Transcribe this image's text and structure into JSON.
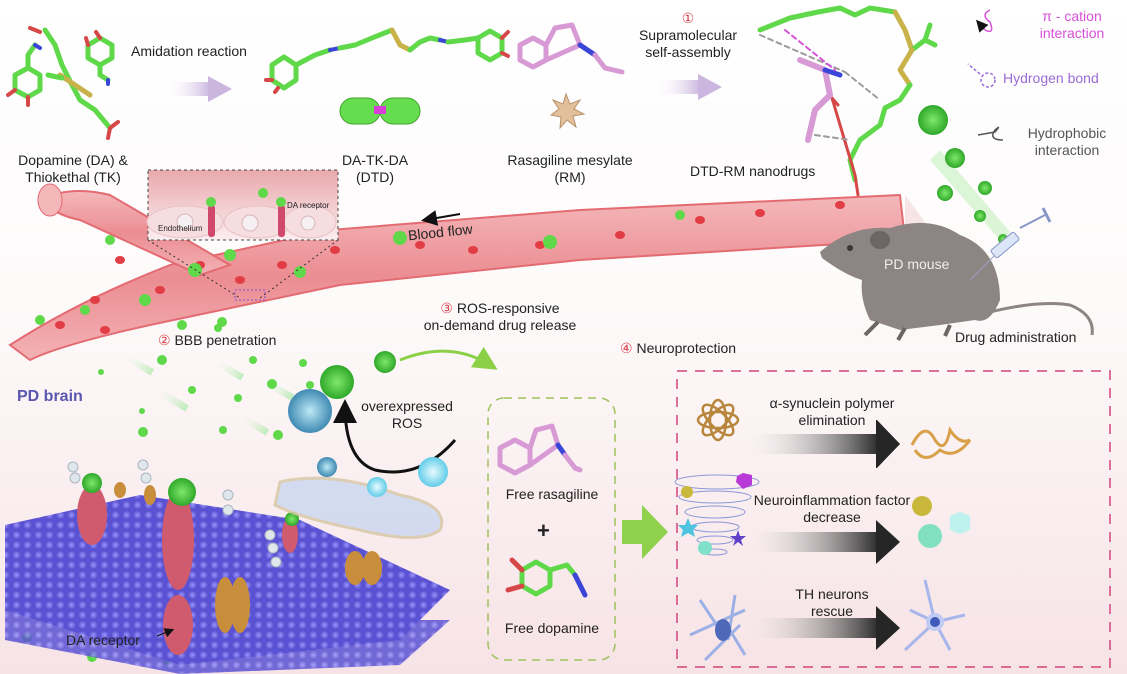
{
  "top_row": {
    "reactants_label_line1": "Dopamine (DA) &",
    "reactants_label_line2": "Thiokethal (TK)",
    "amidation_label": "Amidation reaction",
    "dtd_label_line1": "DA-TK-DA",
    "dtd_label_line2": "(DTD)",
    "rm_label_line1": "Rasagiline mesylate",
    "rm_label_line2": "(RM)",
    "step1_number": "①",
    "step1_line1": "Supramolecular",
    "step1_line2": "self-assembly",
    "nanodrug_label": "DTD-RM nanodrugs"
  },
  "legend": {
    "pi_cation_line1": "π - cation",
    "pi_cation_line2": "interaction",
    "hydrogen_bond": "Hydrogen bond",
    "hydrophobic_line1": "Hydrophobic",
    "hydrophobic_line2": "interaction",
    "colors": {
      "pi_cation": "#d64fd8",
      "hydrogen_bond": "#9a6bd6",
      "hydrophobic": "#555555"
    }
  },
  "vessel": {
    "blood_flow": "Blood flow",
    "inset_endothelium": "Endothelium",
    "inset_receptor": "DA receptor"
  },
  "mouse": {
    "label": "PD mouse",
    "administration": "Drug administration"
  },
  "bbb": {
    "step2_number": "②",
    "step2_label": "BBB penetration"
  },
  "brain": {
    "title": "PD brain",
    "ros_line1": "overexpressed",
    "ros_line2": "ROS",
    "receptor_label": "DA receptor"
  },
  "release": {
    "step3_number": "③",
    "step3_line1": "ROS-responsive",
    "step3_line2": "on-demand drug release",
    "free_rasagiline": "Free rasagiline",
    "plus": "+",
    "free_dopamine": "Free dopamine"
  },
  "neuroprotection": {
    "step4_number": "④",
    "step4_label": "Neuroprotection",
    "effects": [
      {
        "line1": "α-synuclein polymer",
        "line2": "elimination"
      },
      {
        "line1": "Neuroinflammation factor",
        "line2": "decrease"
      },
      {
        "line1": "TH neurons",
        "line2": "rescue"
      }
    ]
  },
  "colors": {
    "carbon_green": "#5fd84a",
    "rasagiline_pink": "#d79ad4",
    "vessel_red": "#e87a80",
    "membrane_blue": "#6f68e0",
    "box_magenta": "#d2447f",
    "box_green": "#9ec25a",
    "arrow_lilac": "#cbb6e0",
    "brain_title": "#5a57b0"
  }
}
